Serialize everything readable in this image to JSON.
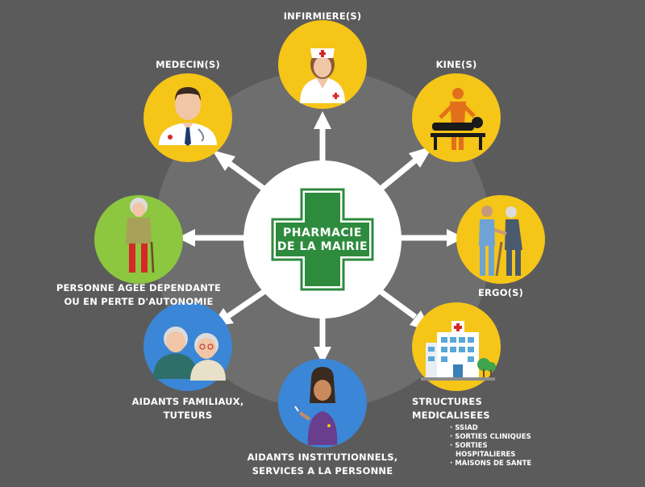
{
  "center": {
    "line1": "PHARMACIE",
    "line2": "DE LA MAIRIE"
  },
  "nodes": {
    "infirmieres": {
      "label": "INFIRMIERE(S)"
    },
    "medecins": {
      "label": "MEDECIN(S)"
    },
    "kine": {
      "label": "KINE(S)"
    },
    "ergo": {
      "label": "ERGO(S)"
    },
    "personne": {
      "line1": "PERSONNE AGEE DEPENDANTE",
      "line2": "OU EN PERTE D'AUTONOMIE"
    },
    "aidants_familiaux": {
      "line1": "AIDANTS FAMILIAUX,",
      "line2": "TUTEURS"
    },
    "aidants_institutionnels": {
      "line1": "AIDANTS INSTITUTIONNELS,",
      "line2": "SERVICES A LA PERSONNE"
    },
    "structures": {
      "line1": "STRUCTURES",
      "line2": "MEDICALISEES",
      "items": [
        "SSIAD",
        "SORTIES CLINIQUES",
        "SORTIES",
        "HOSPITALIERES",
        "MAISONS DE SANTE"
      ]
    }
  },
  "colors": {
    "background": "#5b5b5b",
    "ring": "#6e6e6e",
    "yellow": "#f5c518",
    "green": "#8dc63f",
    "blue": "#3b86d6",
    "cross": "#2e8b3e",
    "arrow": "#ffffff"
  },
  "icons": {
    "infirmieres": "nurse-icon",
    "medecins": "doctor-icon",
    "kine": "physiotherapist-icon",
    "ergo": "occupational-therapist-icon",
    "personne": "elderly-person-icon",
    "aidants_familiaux": "elderly-couple-icon",
    "aidants_institutionnels": "caregiver-icon",
    "structures": "hospital-icon"
  }
}
